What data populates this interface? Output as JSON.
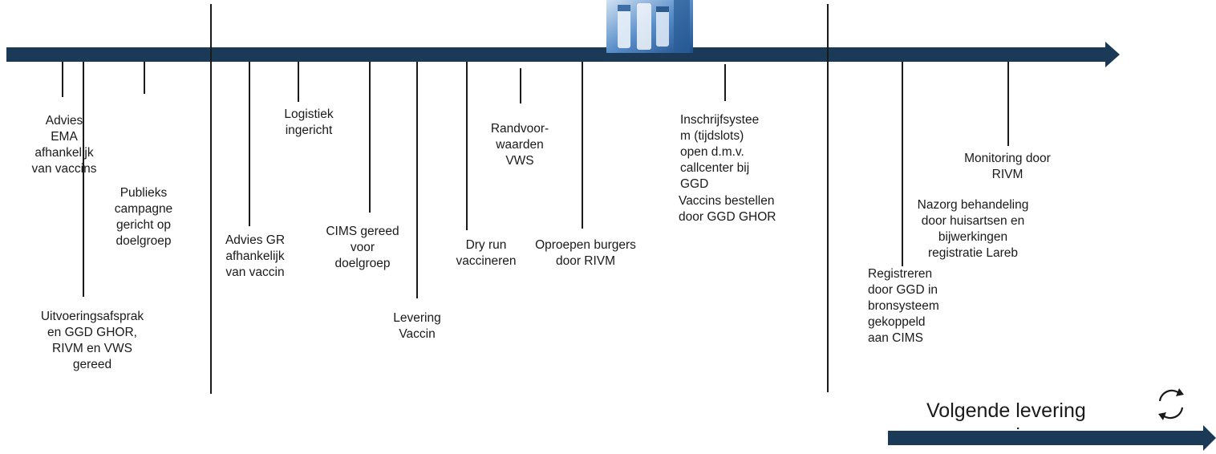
{
  "theme": {
    "arrow_color": "#1b3a57",
    "line_color": "#1a1a1a",
    "photo_accent": "#5b8fc9"
  },
  "milestones": {
    "advies_ema": [
      "Advies",
      "EMA",
      "afhankelijk",
      "van vaccins"
    ],
    "uitvoeringsafspraken": [
      "Uitvoeringsafsprak",
      "en GGD GHOR,",
      "RIVM en VWS",
      "gereed"
    ],
    "publiekscampagne": [
      "Publieks",
      "campagne",
      "gericht op",
      "doelgroep"
    ],
    "advies_gr": [
      "Advies GR",
      "afhankelijk",
      "van vaccin"
    ],
    "logistiek": [
      "Logistiek",
      "ingericht"
    ],
    "cims": [
      "CIMS gereed",
      "voor",
      "doelgroep"
    ],
    "levering": [
      "Levering",
      "Vaccin"
    ],
    "dry_run": [
      "Dry run",
      "vaccineren"
    ],
    "randvoorwaarden": [
      "Randvoor-",
      "waarden",
      "VWS"
    ],
    "oproepen": [
      "Oproepen burgers",
      "door RIVM"
    ],
    "inschrijfsysteem": [
      "Inschrijfsystee",
      "m (tijdslots)",
      "open d.m.v.",
      "callcenter bij",
      "GGD"
    ],
    "vaccins_bestellen": [
      "Vaccins bestellen",
      "door GGD GHOR"
    ],
    "monitoring": [
      "Monitoring door",
      "RIVM"
    ],
    "nazorg": [
      "Nazorg behandeling",
      "door huisartsen en",
      "bijwerkingen",
      "registratie Lareb"
    ],
    "registreren": [
      "Registreren",
      "door GGD in",
      "bronsysteem",
      "gekoppeld",
      "aan CIMS"
    ]
  },
  "next_delivery": {
    "label": "Volgende levering",
    "label_continued": "vaccins"
  },
  "icons": {
    "vaccine_photo": "vaccine-vials-photo",
    "cycle": "refresh-cycle-icon"
  }
}
